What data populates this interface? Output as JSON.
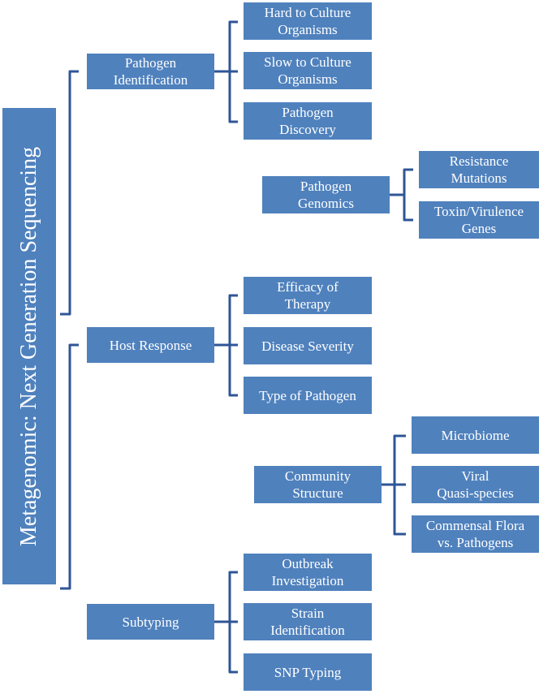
{
  "root": {
    "label": "Metagenomic: Next Generation Sequencing"
  },
  "nodes": {
    "pathogen_identification": "Pathogen\nIdentification",
    "hard_to_culture": "Hard to Culture\nOrganisms",
    "slow_to_culture": "Slow to Culture\nOrganisms",
    "pathogen_discovery": "Pathogen\nDiscovery",
    "pathogen_genomics": "Pathogen\nGenomics",
    "resistance_mutations": "Resistance\nMutations",
    "toxin_virulence": "Toxin/Virulence\nGenes",
    "host_response": "Host Response",
    "efficacy_of_therapy": "Efficacy of\nTherapy",
    "disease_severity": "Disease Severity",
    "type_of_pathogen": "Type  of Pathogen",
    "community_structure": "Community\nStructure",
    "microbiome": "Microbiome",
    "viral_quasi_species": "Viral\nQuasi-species",
    "commensal_flora": "Commensal Flora\nvs. Pathogens",
    "subtyping": "Subtyping",
    "outbreak_investigation": "Outbreak\nInvestigation",
    "strain_identification": "Strain\nIdentification",
    "snp_typing": "SNP Typing"
  },
  "colors": {
    "box_fill": "#4f81bd",
    "text": "#ffffff",
    "connector": "#2f5597"
  }
}
